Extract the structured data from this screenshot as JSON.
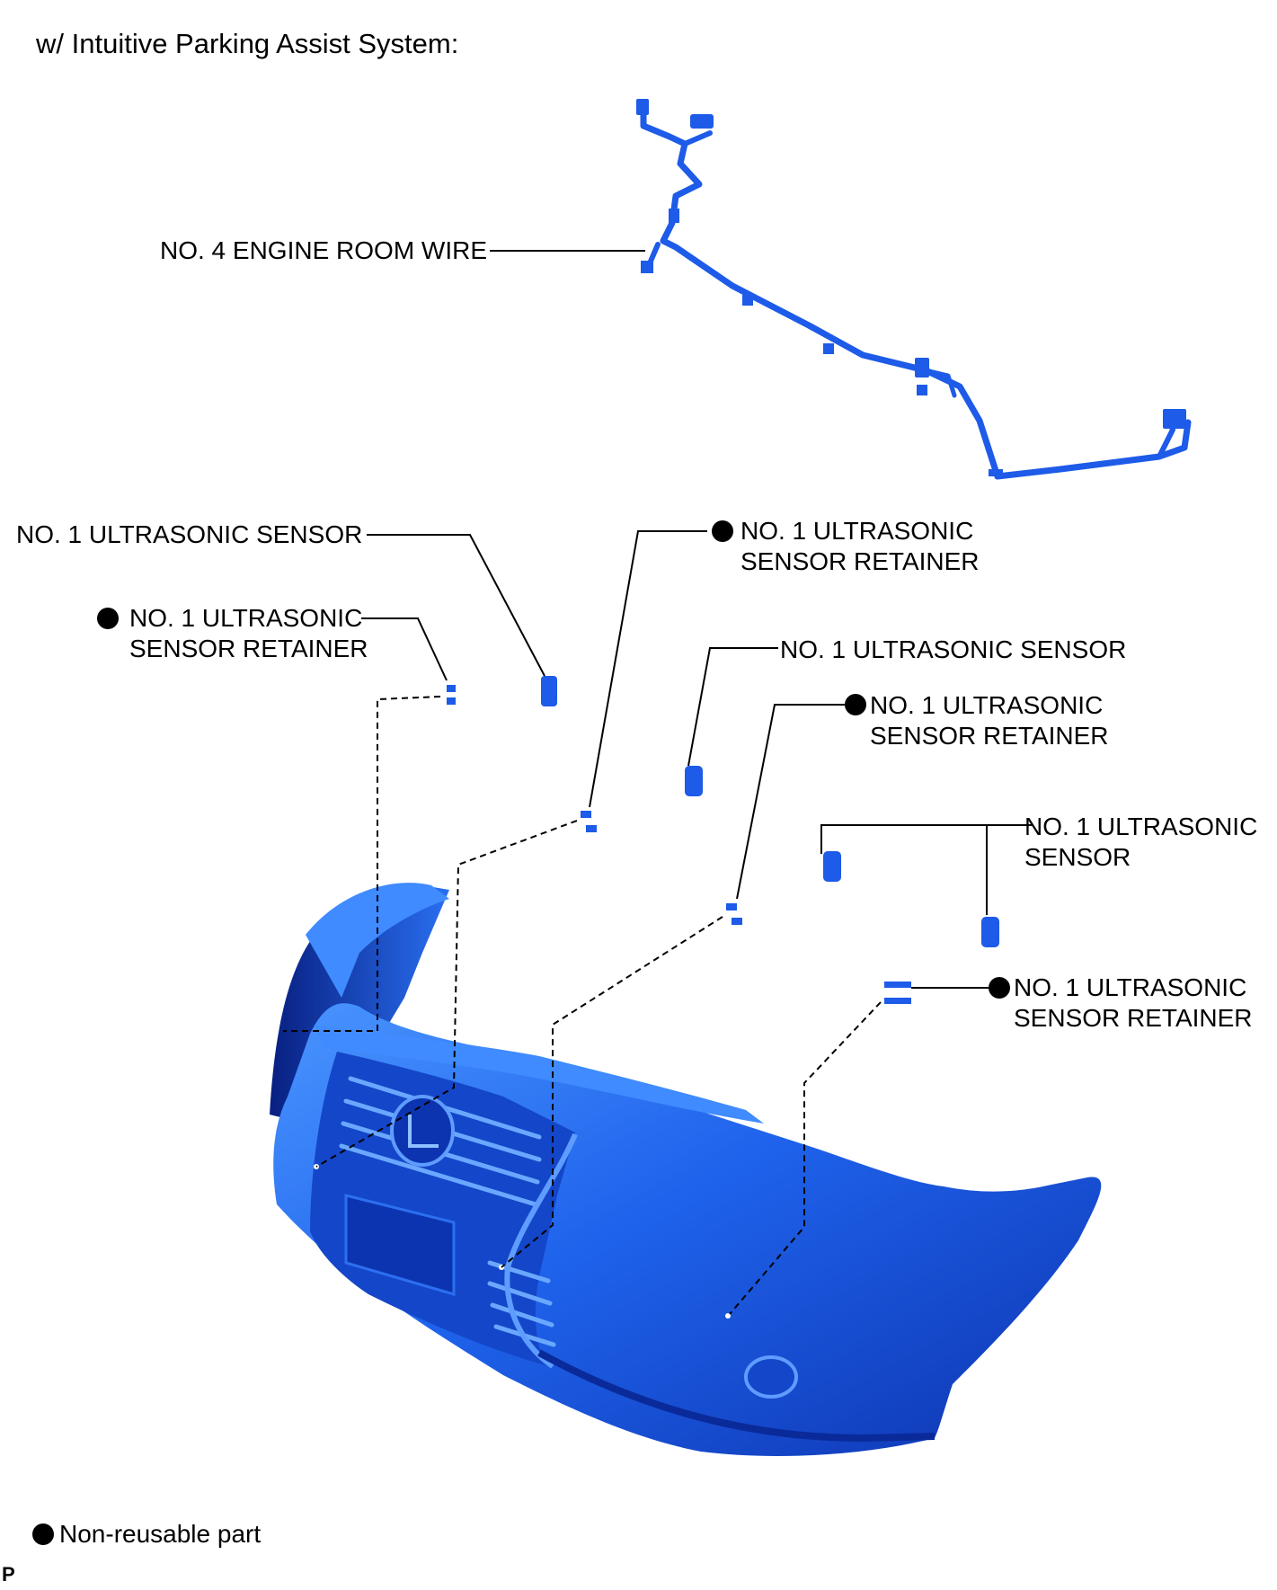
{
  "title": "w/ Intuitive Parking Assist System:",
  "labels": {
    "engine_room_wire": "NO. 4 ENGINE ROOM WIRE",
    "sensor_1": "NO. 1 ULTRASONIC SENSOR",
    "retainer_1": [
      "NO. 1 ULTRASONIC",
      "SENSOR RETAINER"
    ],
    "retainer_2": [
      "NO. 1 ULTRASONIC",
      "SENSOR RETAINER"
    ],
    "sensor_2": "NO. 1 ULTRASONIC SENSOR",
    "retainer_3": [
      "NO. 1 ULTRASONIC",
      "SENSOR RETAINER"
    ],
    "sensor_3": [
      "NO. 1 ULTRASONIC",
      "SENSOR"
    ],
    "retainer_4": [
      "NO. 1 ULTRASONIC",
      "SENSOR RETAINER"
    ]
  },
  "legend": {
    "non_reusable": "Non-reusable part"
  },
  "page_code": "P",
  "colors": {
    "part_blue": "#1d5be8",
    "part_highlight": "#3f8bff",
    "part_shadow": "#0a2a9a",
    "leader": "#000000"
  }
}
